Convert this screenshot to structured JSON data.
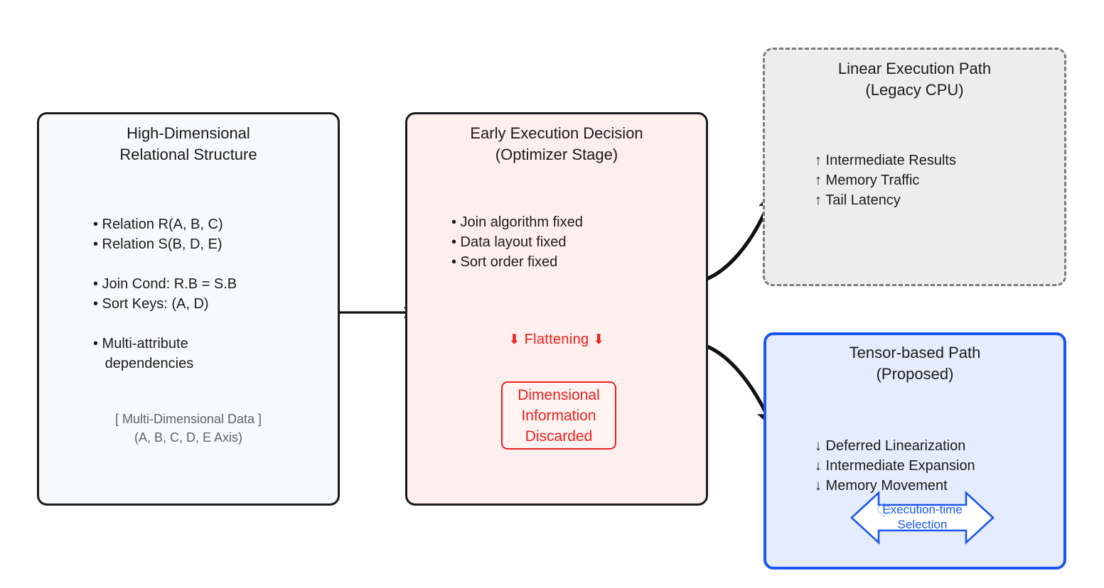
{
  "diagram": {
    "background": "#ffffff",
    "nodes": {
      "source": {
        "title": "High-Dimensional\nRelational Structure",
        "bullets": "• Relation R(A, B, C)\n• Relation S(B, D, E)\n\n• Join Cond: R.B = S.B\n• Sort Keys: (A, D)\n\n• Multi-attribute\n   dependencies",
        "caption": "[ Multi-Dimensional Data ]\n(A, B, C, D, E Axis)",
        "fill": "#f7f9fb",
        "stroke": "#1b1b1b"
      },
      "decision": {
        "title": "Early Execution Decision\n(Optimizer Stage)",
        "bullets": "• Join algorithm fixed\n• Data layout fixed\n• Sort order fixed",
        "flattening_label": "Flattening",
        "flattening_arrow": "⬇",
        "discard_text": "Dimensional\nInformation\nDiscarded",
        "fill": "#fdefed",
        "stroke": "#1b1b1b",
        "accent": "#ef1f1f"
      },
      "linear": {
        "title": "Linear Execution Path\n(Legacy CPU)",
        "bullets": "↑ Intermediate Results\n↑ Memory Traffic\n↑ Tail Latency",
        "fill": "#ededed",
        "stroke": "#7a7a7a"
      },
      "tensor": {
        "title": "Tensor-based Path\n(Proposed)",
        "bullets": "↓ Deferred Linearization\n↓ Intermediate Expansion\n↓ Memory Movement",
        "selection_label": "Execution-time\nSelection",
        "fill": "#e4ecfd",
        "stroke": "#1a56f0",
        "accent": "#1a56f0"
      }
    }
  }
}
